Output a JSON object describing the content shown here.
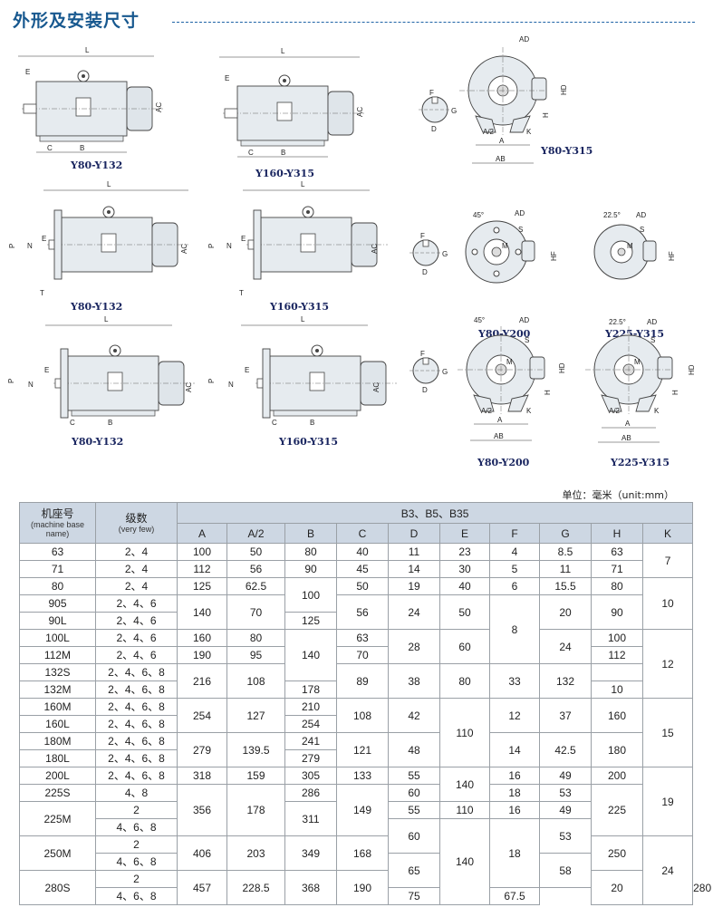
{
  "header": {
    "title": "外形及安装尺寸"
  },
  "drawings": {
    "row1": [
      "Y80-Y132",
      "Y160-Y315",
      "Y80-Y315"
    ],
    "row2": [
      "Y80-Y132",
      "Y160-Y315",
      "Y80-Y200",
      "Y225-Y315"
    ],
    "row3": [
      "Y80-Y132",
      "Y160-Y315",
      "Y80-Y200",
      "Y225-Y315"
    ],
    "labels": {
      "L": "L",
      "E": "E",
      "C": "C",
      "B": "B",
      "AC": "AC",
      "AD": "AD",
      "HD": "HD",
      "H": "H",
      "A": "A",
      "A2": "A/2",
      "AB": "AB",
      "K": "K",
      "D": "D",
      "F": "F",
      "G": "G",
      "P": "P",
      "N": "N",
      "T": "T",
      "M": "M",
      "S": "S",
      "HF": "HF",
      "ang45": "45°",
      "ang225": "22.5°"
    }
  },
  "unit_note": "单位：毫米（unit:mm）",
  "table": {
    "col_frame_cn": "机座号",
    "col_frame_en": "(machine base name)",
    "col_poles_cn": "级数",
    "col_poles_en": "(very few)",
    "group_header": "B3、B5、B35",
    "dim_headers": [
      "A",
      "A/2",
      "B",
      "C",
      "D",
      "E",
      "F",
      "G",
      "H",
      "K"
    ],
    "frames": [
      "63",
      "71",
      "80",
      "905",
      "90L",
      "100L",
      "112M",
      "132S",
      "132M",
      "160M",
      "160L",
      "180M",
      "180L",
      "200L",
      "225S",
      "225M",
      "",
      "250M",
      "",
      "280S",
      ""
    ],
    "poles": [
      "2、4",
      "2、4",
      "2、4",
      "2、4、6",
      "2、4、6",
      "2、4、6",
      "2、4、6",
      "2、4、6、8",
      "2、4、6、8",
      "2、4、6、8",
      "2、4、6、8",
      "2、4、6、8",
      "2、4、6、8",
      "2、4、6、8",
      "4、8",
      "2",
      "4、6、8",
      "2",
      "4、6、8",
      "2",
      "4、6、8"
    ],
    "cells": {
      "A": [
        "100",
        "112",
        "125",
        "140",
        "160",
        "190",
        "216",
        "254",
        "279",
        "318",
        "356",
        "406",
        "457"
      ],
      "A2": [
        "50",
        "56",
        "62.5",
        "70",
        "80",
        "95",
        "108",
        "127",
        "139.5",
        "159",
        "178",
        "203",
        "228.5"
      ],
      "B": [
        "80",
        "90",
        "100",
        "125",
        "140",
        "178",
        "210",
        "254",
        "241",
        "279",
        "305",
        "286",
        "311",
        "349",
        "368"
      ],
      "C": [
        "40",
        "45",
        "50",
        "56",
        "63",
        "70",
        "89",
        "108",
        "121",
        "133",
        "149",
        "168",
        "190"
      ],
      "D": [
        "11",
        "14",
        "19",
        "24",
        "28",
        "38",
        "42",
        "48",
        "55",
        "60",
        "55",
        "60",
        "65",
        "75"
      ],
      "E": [
        "23",
        "30",
        "40",
        "50",
        "60",
        "80",
        "110",
        "140",
        "110",
        "140"
      ],
      "F": [
        "4",
        "5",
        "6",
        "8",
        "10",
        "12",
        "14",
        "16",
        "18",
        "16",
        "18",
        "20"
      ],
      "G": [
        "8.5",
        "11",
        "15.5",
        "20",
        "24",
        "33",
        "37",
        "42.5",
        "49",
        "53",
        "49",
        "53",
        "58",
        "67.5"
      ],
      "H": [
        "63",
        "71",
        "80",
        "90",
        "100",
        "112",
        "132",
        "160",
        "180",
        "200",
        "225",
        "250",
        "280"
      ],
      "K": [
        "7",
        "10",
        "12",
        "15",
        "19",
        "24"
      ]
    }
  }
}
